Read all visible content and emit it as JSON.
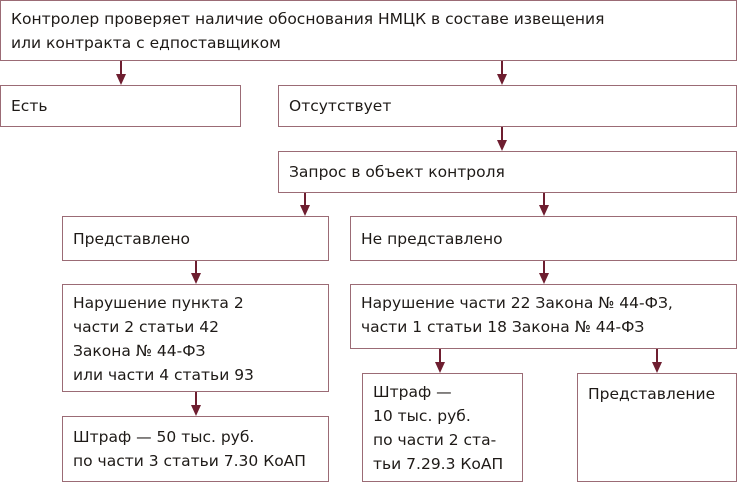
{
  "diagram": {
    "colors": {
      "border": "#9b6b75",
      "arrow": "#6e1e30",
      "text": "#1e1a17"
    },
    "nodes": {
      "start": {
        "lines": [
          "Контролер проверяет наличие обоснования НМЦК в составе извещения",
          "или контракта с едпоставщиком"
        ]
      },
      "exists": {
        "lines": [
          "Есть"
        ]
      },
      "absent": {
        "lines": [
          "Отсутствует"
        ]
      },
      "request": {
        "lines": [
          "Запрос в объект контроля"
        ]
      },
      "provided": {
        "lines": [
          "Представлено"
        ]
      },
      "not_provided": {
        "lines": [
          "Не представлено"
        ]
      },
      "violation_42": {
        "lines": [
          "Нарушение пункта 2",
          "части 2 статьи 42",
          "Закона № 44-ФЗ",
          "или части 4 статьи 93"
        ]
      },
      "violation_22": {
        "lines": [
          "Нарушение части 22 Закона № 44-ФЗ,",
          "части 1 статьи 18 Закона № 44-ФЗ"
        ]
      },
      "fine_50": {
        "lines": [
          "Штраф — 50 тыс. руб.",
          "по части 3 статьи 7.30 КоАП"
        ]
      },
      "fine_10": {
        "lines": [
          "Штраф —",
          "10 тыс. руб.",
          "по части 2 ста-",
          "тьи 7.29.3 КоАП"
        ]
      },
      "submission": {
        "lines": [
          "Представление"
        ]
      }
    },
    "edges": [
      {
        "from": "start",
        "to": "exists"
      },
      {
        "from": "start",
        "to": "absent"
      },
      {
        "from": "absent",
        "to": "request"
      },
      {
        "from": "request",
        "to": "provided"
      },
      {
        "from": "request",
        "to": "not_provided"
      },
      {
        "from": "provided",
        "to": "violation_42"
      },
      {
        "from": "not_provided",
        "to": "violation_22"
      },
      {
        "from": "violation_42",
        "to": "fine_50"
      },
      {
        "from": "violation_22",
        "to": "fine_10"
      },
      {
        "from": "violation_22",
        "to": "submission"
      }
    ]
  }
}
